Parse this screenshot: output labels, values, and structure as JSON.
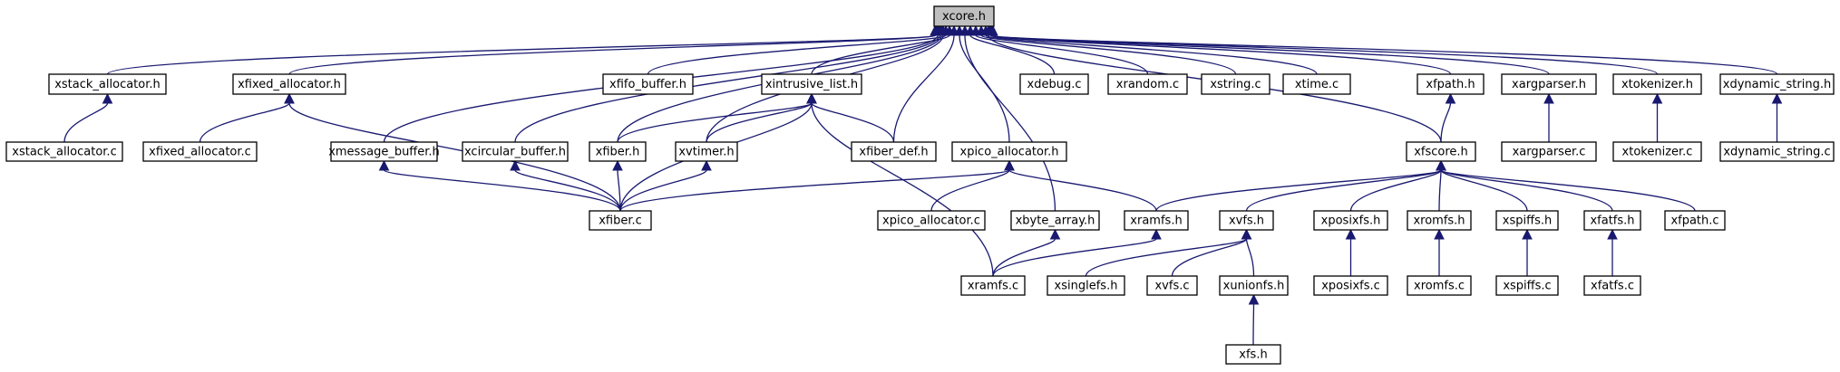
{
  "nodes": [
    {
      "id": "xcore_h",
      "label": "xcore.h",
      "root": true
    },
    {
      "id": "xstack_allocator_h",
      "label": "xstack_allocator.h"
    },
    {
      "id": "xfixed_allocator_h",
      "label": "xfixed_allocator.h"
    },
    {
      "id": "xfifo_buffer_h",
      "label": "xfifo_buffer.h"
    },
    {
      "id": "xintrusive_list_h",
      "label": "xintrusive_list.h"
    },
    {
      "id": "xdebug_c",
      "label": "xdebug.c"
    },
    {
      "id": "xrandom_c",
      "label": "xrandom.c"
    },
    {
      "id": "xstring_c",
      "label": "xstring.c"
    },
    {
      "id": "xtime_c",
      "label": "xtime.c"
    },
    {
      "id": "xfpath_h",
      "label": "xfpath.h"
    },
    {
      "id": "xargparser_h",
      "label": "xargparser.h"
    },
    {
      "id": "xtokenizer_h",
      "label": "xtokenizer.h"
    },
    {
      "id": "xdynamic_string_h",
      "label": "xdynamic_string.h"
    },
    {
      "id": "xstack_allocator_c",
      "label": "xstack_allocator.c"
    },
    {
      "id": "xfixed_allocator_c",
      "label": "xfixed_allocator.c"
    },
    {
      "id": "xmessage_buffer_h",
      "label": "xmessage_buffer.h"
    },
    {
      "id": "xcircular_buffer_h",
      "label": "xcircular_buffer.h"
    },
    {
      "id": "xfiber_h",
      "label": "xfiber.h"
    },
    {
      "id": "xvtimer_h",
      "label": "xvtimer.h"
    },
    {
      "id": "xfiber_def_h",
      "label": "xfiber_def.h"
    },
    {
      "id": "xpico_allocator_h",
      "label": "xpico_allocator.h"
    },
    {
      "id": "xfscore_h",
      "label": "xfscore.h"
    },
    {
      "id": "xargparser_c",
      "label": "xargparser.c"
    },
    {
      "id": "xtokenizer_c",
      "label": "xtokenizer.c"
    },
    {
      "id": "xdynamic_string_c",
      "label": "xdynamic_string.c"
    },
    {
      "id": "xfiber_c",
      "label": "xfiber.c"
    },
    {
      "id": "xpico_allocator_c",
      "label": "xpico_allocator.c"
    },
    {
      "id": "xbyte_array_h",
      "label": "xbyte_array.h"
    },
    {
      "id": "xramfs_h",
      "label": "xramfs.h"
    },
    {
      "id": "xvfs_h",
      "label": "xvfs.h"
    },
    {
      "id": "xposixfs_h",
      "label": "xposixfs.h"
    },
    {
      "id": "xromfs_h",
      "label": "xromfs.h"
    },
    {
      "id": "xspiffs_h",
      "label": "xspiffs.h"
    },
    {
      "id": "xfatfs_h",
      "label": "xfatfs.h"
    },
    {
      "id": "xfpath_c",
      "label": "xfpath.c"
    },
    {
      "id": "xramfs_c",
      "label": "xramfs.c"
    },
    {
      "id": "xsinglefs_h",
      "label": "xsinglefs.h"
    },
    {
      "id": "xvfs_c",
      "label": "xvfs.c"
    },
    {
      "id": "xunionfs_h",
      "label": "xunionfs.h"
    },
    {
      "id": "xposixfs_c",
      "label": "xposixfs.c"
    },
    {
      "id": "xromfs_c",
      "label": "xromfs.c"
    },
    {
      "id": "xspiffs_c",
      "label": "xspiffs.c"
    },
    {
      "id": "xfatfs_c",
      "label": "xfatfs.c"
    },
    {
      "id": "xfs_h",
      "label": "xfs.h"
    }
  ],
  "edges": [
    {
      "from": "xstack_allocator_h",
      "to": "xcore_h"
    },
    {
      "from": "xfixed_allocator_h",
      "to": "xcore_h"
    },
    {
      "from": "xfifo_buffer_h",
      "to": "xcore_h"
    },
    {
      "from": "xintrusive_list_h",
      "to": "xcore_h"
    },
    {
      "from": "xdebug_c",
      "to": "xcore_h"
    },
    {
      "from": "xrandom_c",
      "to": "xcore_h"
    },
    {
      "from": "xstring_c",
      "to": "xcore_h"
    },
    {
      "from": "xtime_c",
      "to": "xcore_h"
    },
    {
      "from": "xfpath_h",
      "to": "xcore_h"
    },
    {
      "from": "xargparser_h",
      "to": "xcore_h"
    },
    {
      "from": "xtokenizer_h",
      "to": "xcore_h"
    },
    {
      "from": "xdynamic_string_h",
      "to": "xcore_h"
    },
    {
      "from": "xmessage_buffer_h",
      "to": "xcore_h"
    },
    {
      "from": "xcircular_buffer_h",
      "to": "xcore_h"
    },
    {
      "from": "xfiber_h",
      "to": "xcore_h"
    },
    {
      "from": "xvtimer_h",
      "to": "xcore_h"
    },
    {
      "from": "xfiber_def_h",
      "to": "xcore_h"
    },
    {
      "from": "xpico_allocator_h",
      "to": "xcore_h"
    },
    {
      "from": "xfscore_h",
      "to": "xcore_h"
    },
    {
      "from": "xbyte_array_h",
      "to": "xcore_h"
    },
    {
      "from": "xstack_allocator_c",
      "to": "xstack_allocator_h"
    },
    {
      "from": "xfixed_allocator_c",
      "to": "xfixed_allocator_h"
    },
    {
      "from": "xfiber_c",
      "to": "xfixed_allocator_h"
    },
    {
      "from": "xfiber_h",
      "to": "xintrusive_list_h"
    },
    {
      "from": "xvtimer_h",
      "to": "xintrusive_list_h"
    },
    {
      "from": "xfiber_c",
      "to": "xintrusive_list_h"
    },
    {
      "from": "xramfs_c",
      "to": "xintrusive_list_h"
    },
    {
      "from": "xfiber_def_h",
      "to": "xintrusive_list_h"
    },
    {
      "from": "xfscore_h",
      "to": "xfpath_h"
    },
    {
      "from": "xargparser_c",
      "to": "xargparser_h"
    },
    {
      "from": "xtokenizer_c",
      "to": "xtokenizer_h"
    },
    {
      "from": "xdynamic_string_c",
      "to": "xdynamic_string_h"
    },
    {
      "from": "xfiber_c",
      "to": "xmessage_buffer_h"
    },
    {
      "from": "xfiber_c",
      "to": "xcircular_buffer_h"
    },
    {
      "from": "xfiber_c",
      "to": "xfiber_h"
    },
    {
      "from": "xfiber_c",
      "to": "xvtimer_h"
    },
    {
      "from": "xfiber_c",
      "to": "xpico_allocator_h"
    },
    {
      "from": "xpico_allocator_c",
      "to": "xpico_allocator_h"
    },
    {
      "from": "xramfs_h",
      "to": "xpico_allocator_h"
    },
    {
      "from": "xramfs_h",
      "to": "xfscore_h"
    },
    {
      "from": "xvfs_h",
      "to": "xfscore_h"
    },
    {
      "from": "xposixfs_h",
      "to": "xfscore_h"
    },
    {
      "from": "xromfs_h",
      "to": "xfscore_h"
    },
    {
      "from": "xspiffs_h",
      "to": "xfscore_h"
    },
    {
      "from": "xfatfs_h",
      "to": "xfscore_h"
    },
    {
      "from": "xfpath_c",
      "to": "xfscore_h"
    },
    {
      "from": "xramfs_c",
      "to": "xbyte_array_h"
    },
    {
      "from": "xramfs_c",
      "to": "xramfs_h"
    },
    {
      "from": "xsinglefs_h",
      "to": "xvfs_h"
    },
    {
      "from": "xvfs_c",
      "to": "xvfs_h"
    },
    {
      "from": "xunionfs_h",
      "to": "xvfs_h"
    },
    {
      "from": "xposixfs_c",
      "to": "xposixfs_h"
    },
    {
      "from": "xromfs_c",
      "to": "xromfs_h"
    },
    {
      "from": "xspiffs_c",
      "to": "xspiffs_h"
    },
    {
      "from": "xfatfs_c",
      "to": "xfatfs_h"
    },
    {
      "from": "xfs_h",
      "to": "xunionfs_h"
    }
  ]
}
